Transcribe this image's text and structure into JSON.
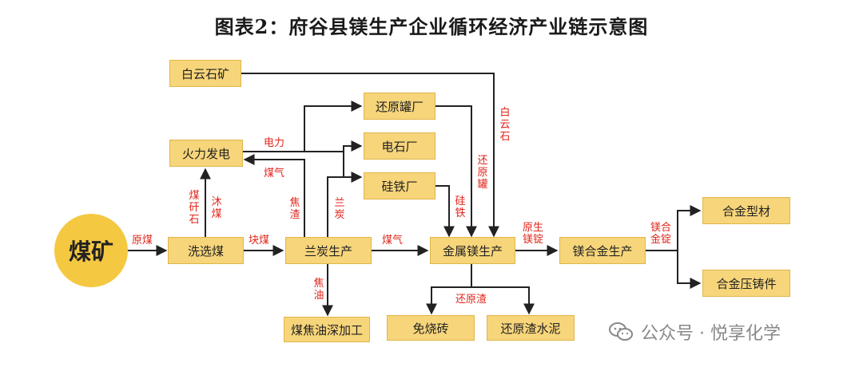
{
  "title": "图表2：府谷县镁生产企业循环经济产业链示意图",
  "nodes": {
    "coal_mine": "煤矿",
    "dolomite": "白云石矿",
    "power_plant": "火力发电",
    "coal_washing": "洗选煤",
    "semi_coke": "兰炭生产",
    "reduction_tank": "还原罐厂",
    "calcium_carbide": "电石厂",
    "ferrosilicon": "硅铁厂",
    "magnesium": "金属镁生产",
    "mg_alloy": "镁合金生产",
    "alloy_profile": "合金型材",
    "alloy_casting": "合金压铸件",
    "coal_tar": "煤焦油深加工",
    "baked_free_brick": "免烧砖",
    "slag_cement": "还原渣水泥"
  },
  "edge_labels": {
    "raw_coal": "原煤",
    "lump_coal": "块煤",
    "coal_gas_mg": "煤气",
    "electricity": "电力",
    "coal_gas_power": "煤气",
    "gangue": "煤矸石",
    "middlings": "沐煤",
    "coke_slag": "焦渣",
    "semi_coke": "兰炭",
    "dolomite": "白云石",
    "reduction_tank": "还原罐",
    "ferrosilicon": "硅铁",
    "primary_ingot": "原生镁锭",
    "alloy_ingot": "镁合金锭",
    "coke_oil": "焦油",
    "reduction_slag": "还原渣"
  },
  "watermark": {
    "text": "公众号 · 悦享化学",
    "icon": "wechat-icon"
  },
  "colors": {
    "box_fill": "#f7d57a",
    "circle_fill": "#f5c842",
    "label": "#e0251b",
    "line": "#222222"
  }
}
